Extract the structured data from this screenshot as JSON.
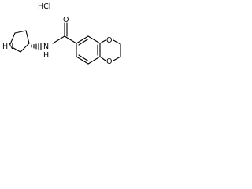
{
  "molecule": {
    "salt_label": "HCl",
    "atoms": {
      "pyrrolidine_n": "HN",
      "amide_n": "N",
      "amide_h": "H",
      "carbonyl_o": "O",
      "ring_o_top": "O",
      "ring_o_bottom": "O"
    },
    "colors": {
      "ink": "#000000",
      "background": "#ffffff"
    }
  }
}
